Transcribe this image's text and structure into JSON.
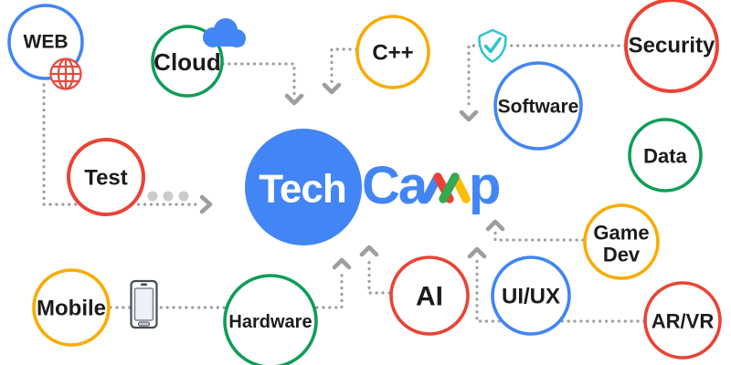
{
  "brand": {
    "name_part1": "Tech",
    "name_part2_prefix": "Ca",
    "name_part2_suffix": "p",
    "m_glyph": "multicolor-zigzag-m",
    "circle_fill": "#4285F4",
    "wordmark_color": "#4285F4",
    "m_colors": {
      "blue": "#4285F4",
      "red": "#EA4335",
      "green": "#34A853",
      "yellow": "#FBBC04"
    }
  },
  "palette": {
    "blue": "#4285F4",
    "red": "#EA4335",
    "green": "#0F9D58",
    "yellow": "#F9AB00",
    "connector_gray": "#9E9E9E",
    "ellipsis_gray": "#CBCBCB",
    "shield_teal": "#2EC5CC",
    "globe_red": "#E5493D",
    "label_black": "#1b1b1b"
  },
  "nodes": [
    {
      "id": "web",
      "label": "WEB",
      "ring_color": "#4285F4",
      "icon": "globe-icon"
    },
    {
      "id": "cloud",
      "label": "Cloud",
      "ring_color": "#0F9D58",
      "icon": "cloud-icon"
    },
    {
      "id": "cpp",
      "label": "C++",
      "ring_color": "#F9AB00"
    },
    {
      "id": "security",
      "label": "Security",
      "ring_color": "#EA4335",
      "icon": "shield-check-icon"
    },
    {
      "id": "software",
      "label": "Software",
      "ring_color": "#4285F4"
    },
    {
      "id": "data",
      "label": "Data",
      "ring_color": "#0F9D58"
    },
    {
      "id": "test",
      "label": "Test",
      "ring_color": "#EA4335",
      "icon": "ellipsis-dots"
    },
    {
      "id": "mobile",
      "label": "Mobile",
      "ring_color": "#F9AB00",
      "icon": "smartphone-icon"
    },
    {
      "id": "hardware",
      "label": "Hardware",
      "ring_color": "#0F9D58"
    },
    {
      "id": "ai",
      "label": "AI",
      "ring_color": "#EA4335"
    },
    {
      "id": "uiux",
      "label": "UI/UX",
      "ring_color": "#4285F4"
    },
    {
      "id": "gamedev",
      "label": "Game Dev",
      "label_line1": "Game",
      "label_line2": "Dev",
      "ring_color": "#F9AB00"
    },
    {
      "id": "arvr",
      "label": "AR/VR",
      "ring_color": "#EA4335"
    }
  ]
}
